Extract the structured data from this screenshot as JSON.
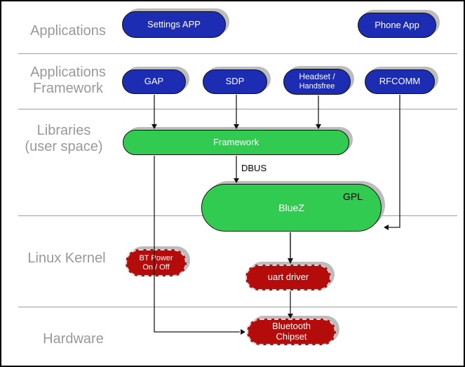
{
  "diagram": {
    "type": "layered-architecture",
    "layers": [
      {
        "id": "applications",
        "label_lines": [
          "Applications"
        ]
      },
      {
        "id": "app_framework",
        "label_lines": [
          "Applications",
          "Framework"
        ]
      },
      {
        "id": "libraries",
        "label_lines": [
          "Libraries",
          "(user space)"
        ]
      },
      {
        "id": "linux_kernel",
        "label_lines": [
          "Linux Kernel"
        ]
      },
      {
        "id": "hardware",
        "label_lines": [
          "Hardware"
        ]
      }
    ],
    "nodes": {
      "settings_app": {
        "label": "Settings APP",
        "layer": "applications",
        "color": "blue"
      },
      "phone_app": {
        "label": "Phone App",
        "layer": "applications",
        "color": "blue"
      },
      "gap": {
        "label": "GAP",
        "layer": "app_framework",
        "color": "blue"
      },
      "sdp": {
        "label": "SDP",
        "layer": "app_framework",
        "color": "blue"
      },
      "headset": {
        "line1": "Headset /",
        "line2": "Handsfree",
        "layer": "app_framework",
        "color": "blue"
      },
      "rfcomm": {
        "label": "RFCOMM",
        "layer": "app_framework",
        "color": "blue"
      },
      "framework": {
        "label": "Framework",
        "layer": "libraries",
        "color": "green"
      },
      "bluez": {
        "label": "BlueZ",
        "badge": "GPL",
        "layer": "libraries",
        "color": "green"
      },
      "bt_power": {
        "line1": "BT Power",
        "line2": "On / Off",
        "layer": "linux_kernel",
        "color": "red"
      },
      "uart_driver": {
        "label": "uart driver",
        "layer": "linux_kernel",
        "color": "red"
      },
      "bt_chipset": {
        "line1": "Bluetooth",
        "line2": "Chipset",
        "layer": "hardware",
        "color": "red"
      }
    },
    "edges": [
      {
        "from": "gap",
        "to": "framework"
      },
      {
        "from": "sdp",
        "to": "framework"
      },
      {
        "from": "headset",
        "to": "framework"
      },
      {
        "from": "rfcomm",
        "to": "bluez"
      },
      {
        "from": "framework",
        "to": "bluez",
        "label": "DBUS"
      },
      {
        "from": "framework",
        "to": "bt_chipset",
        "through": "bt_power"
      },
      {
        "from": "bluez",
        "to": "uart_driver"
      },
      {
        "from": "uart_driver",
        "to": "bt_chipset"
      }
    ],
    "edge_labels": {
      "dbus": "DBUS"
    },
    "colors": {
      "blue": "#1c2db4",
      "green": "#32cb52",
      "red": "#b40b0b",
      "shadow": "#bcbcbc",
      "layer_label_gray": "#999999",
      "divider_gray": "#9e9e9e",
      "pill_text": "#ffffff",
      "annotation_text": "#000000"
    }
  }
}
